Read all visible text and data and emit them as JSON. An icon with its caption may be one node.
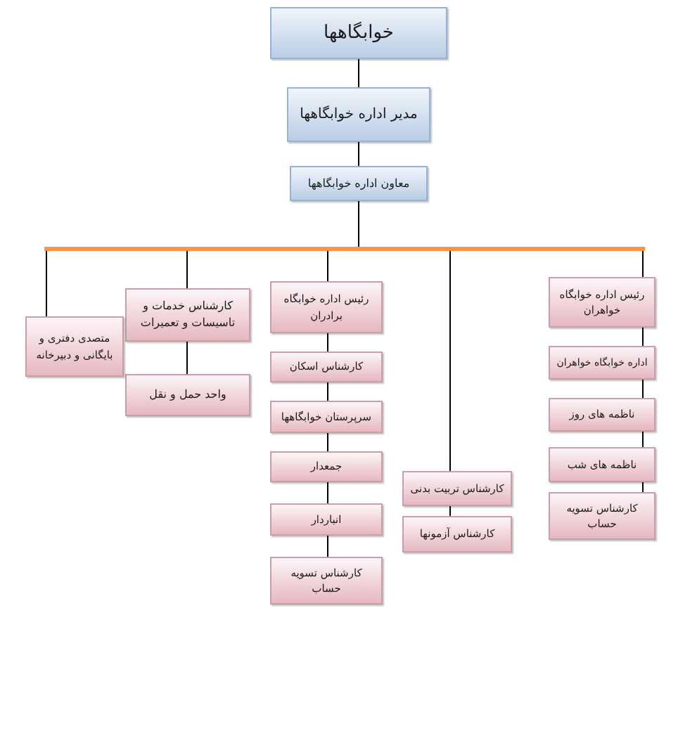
{
  "diagram": {
    "nodes": [
      {
        "text": [
          "خوابگاهها"
        ]
      },
      {
        "text": [
          "مدیر اداره خوابگاهها"
        ]
      },
      {
        "text": [
          "معاون اداره خوابگاهها"
        ]
      },
      {
        "text": [
          "رئیس اداره خوابگاه خواهران"
        ]
      },
      {
        "text": [
          "اداره خوابگاه خواهران"
        ]
      },
      {
        "text": [
          "ناظمه های روز"
        ]
      },
      {
        "text": [
          "ناظمه های شب"
        ]
      },
      {
        "text": [
          "کارشناس تسویه حساب"
        ]
      },
      {
        "text": [
          "کارشناس تربیت بدنی"
        ]
      },
      {
        "text": [
          "کارشناس آزمونها"
        ]
      },
      {
        "text": [
          "رئیس اداره خوابگاه برادران"
        ]
      },
      {
        "text": [
          "کارشناس اسکان"
        ]
      },
      {
        "text": [
          "سرپرستان خوابگاهها"
        ]
      },
      {
        "text": [
          "جمعدار"
        ]
      },
      {
        "text": [
          "انباردار"
        ]
      },
      {
        "text": [
          "کارشناس تسویه حساب"
        ]
      },
      {
        "text": [
          "کارشناس خدمات و تاسیسات و تعمیرات"
        ]
      },
      {
        "text": [
          "واحد حمل و نقل"
        ]
      },
      {
        "text": [
          "متصدی دفتری و بایگانی و دبیرخانه"
        ]
      }
    ],
    "edges": [
      {
        "from": 0,
        "to": 1,
        "arrow": "none"
      },
      {
        "from": 1,
        "to": 2,
        "arrow": "none"
      },
      {
        "from": 2,
        "to": 3,
        "arrow": "none",
        "style": "thick",
        "color": "#f79646"
      },
      {
        "from": 3,
        "to": 4,
        "arrow": "none"
      },
      {
        "from": 4,
        "to": 5,
        "arrow": "none"
      },
      {
        "from": 5,
        "to": 6,
        "arrow": "none"
      },
      {
        "from": 6,
        "to": 7,
        "arrow": "none"
      },
      {
        "from": 2,
        "to": 8,
        "arrow": "none",
        "style": "thick",
        "color": "#f79646"
      },
      {
        "from": 8,
        "to": 9,
        "arrow": "none"
      },
      {
        "from": 2,
        "to": 10,
        "arrow": "none",
        "style": "thick",
        "color": "#f79646"
      },
      {
        "from": 10,
        "to": 11,
        "arrow": "none"
      },
      {
        "from": 11,
        "to": 12,
        "arrow": "none"
      },
      {
        "from": 12,
        "to": 13,
        "arrow": "none"
      },
      {
        "from": 13,
        "to": 14,
        "arrow": "none"
      },
      {
        "from": 14,
        "to": 15,
        "arrow": "none"
      },
      {
        "from": 2,
        "to": 16,
        "arrow": "none",
        "style": "thick",
        "color": "#f79646"
      },
      {
        "from": 16,
        "to": 17,
        "arrow": "none"
      },
      {
        "from": 2,
        "to": 18,
        "arrow": "none",
        "style": "thick",
        "color": "#f79646"
      }
    ]
  }
}
